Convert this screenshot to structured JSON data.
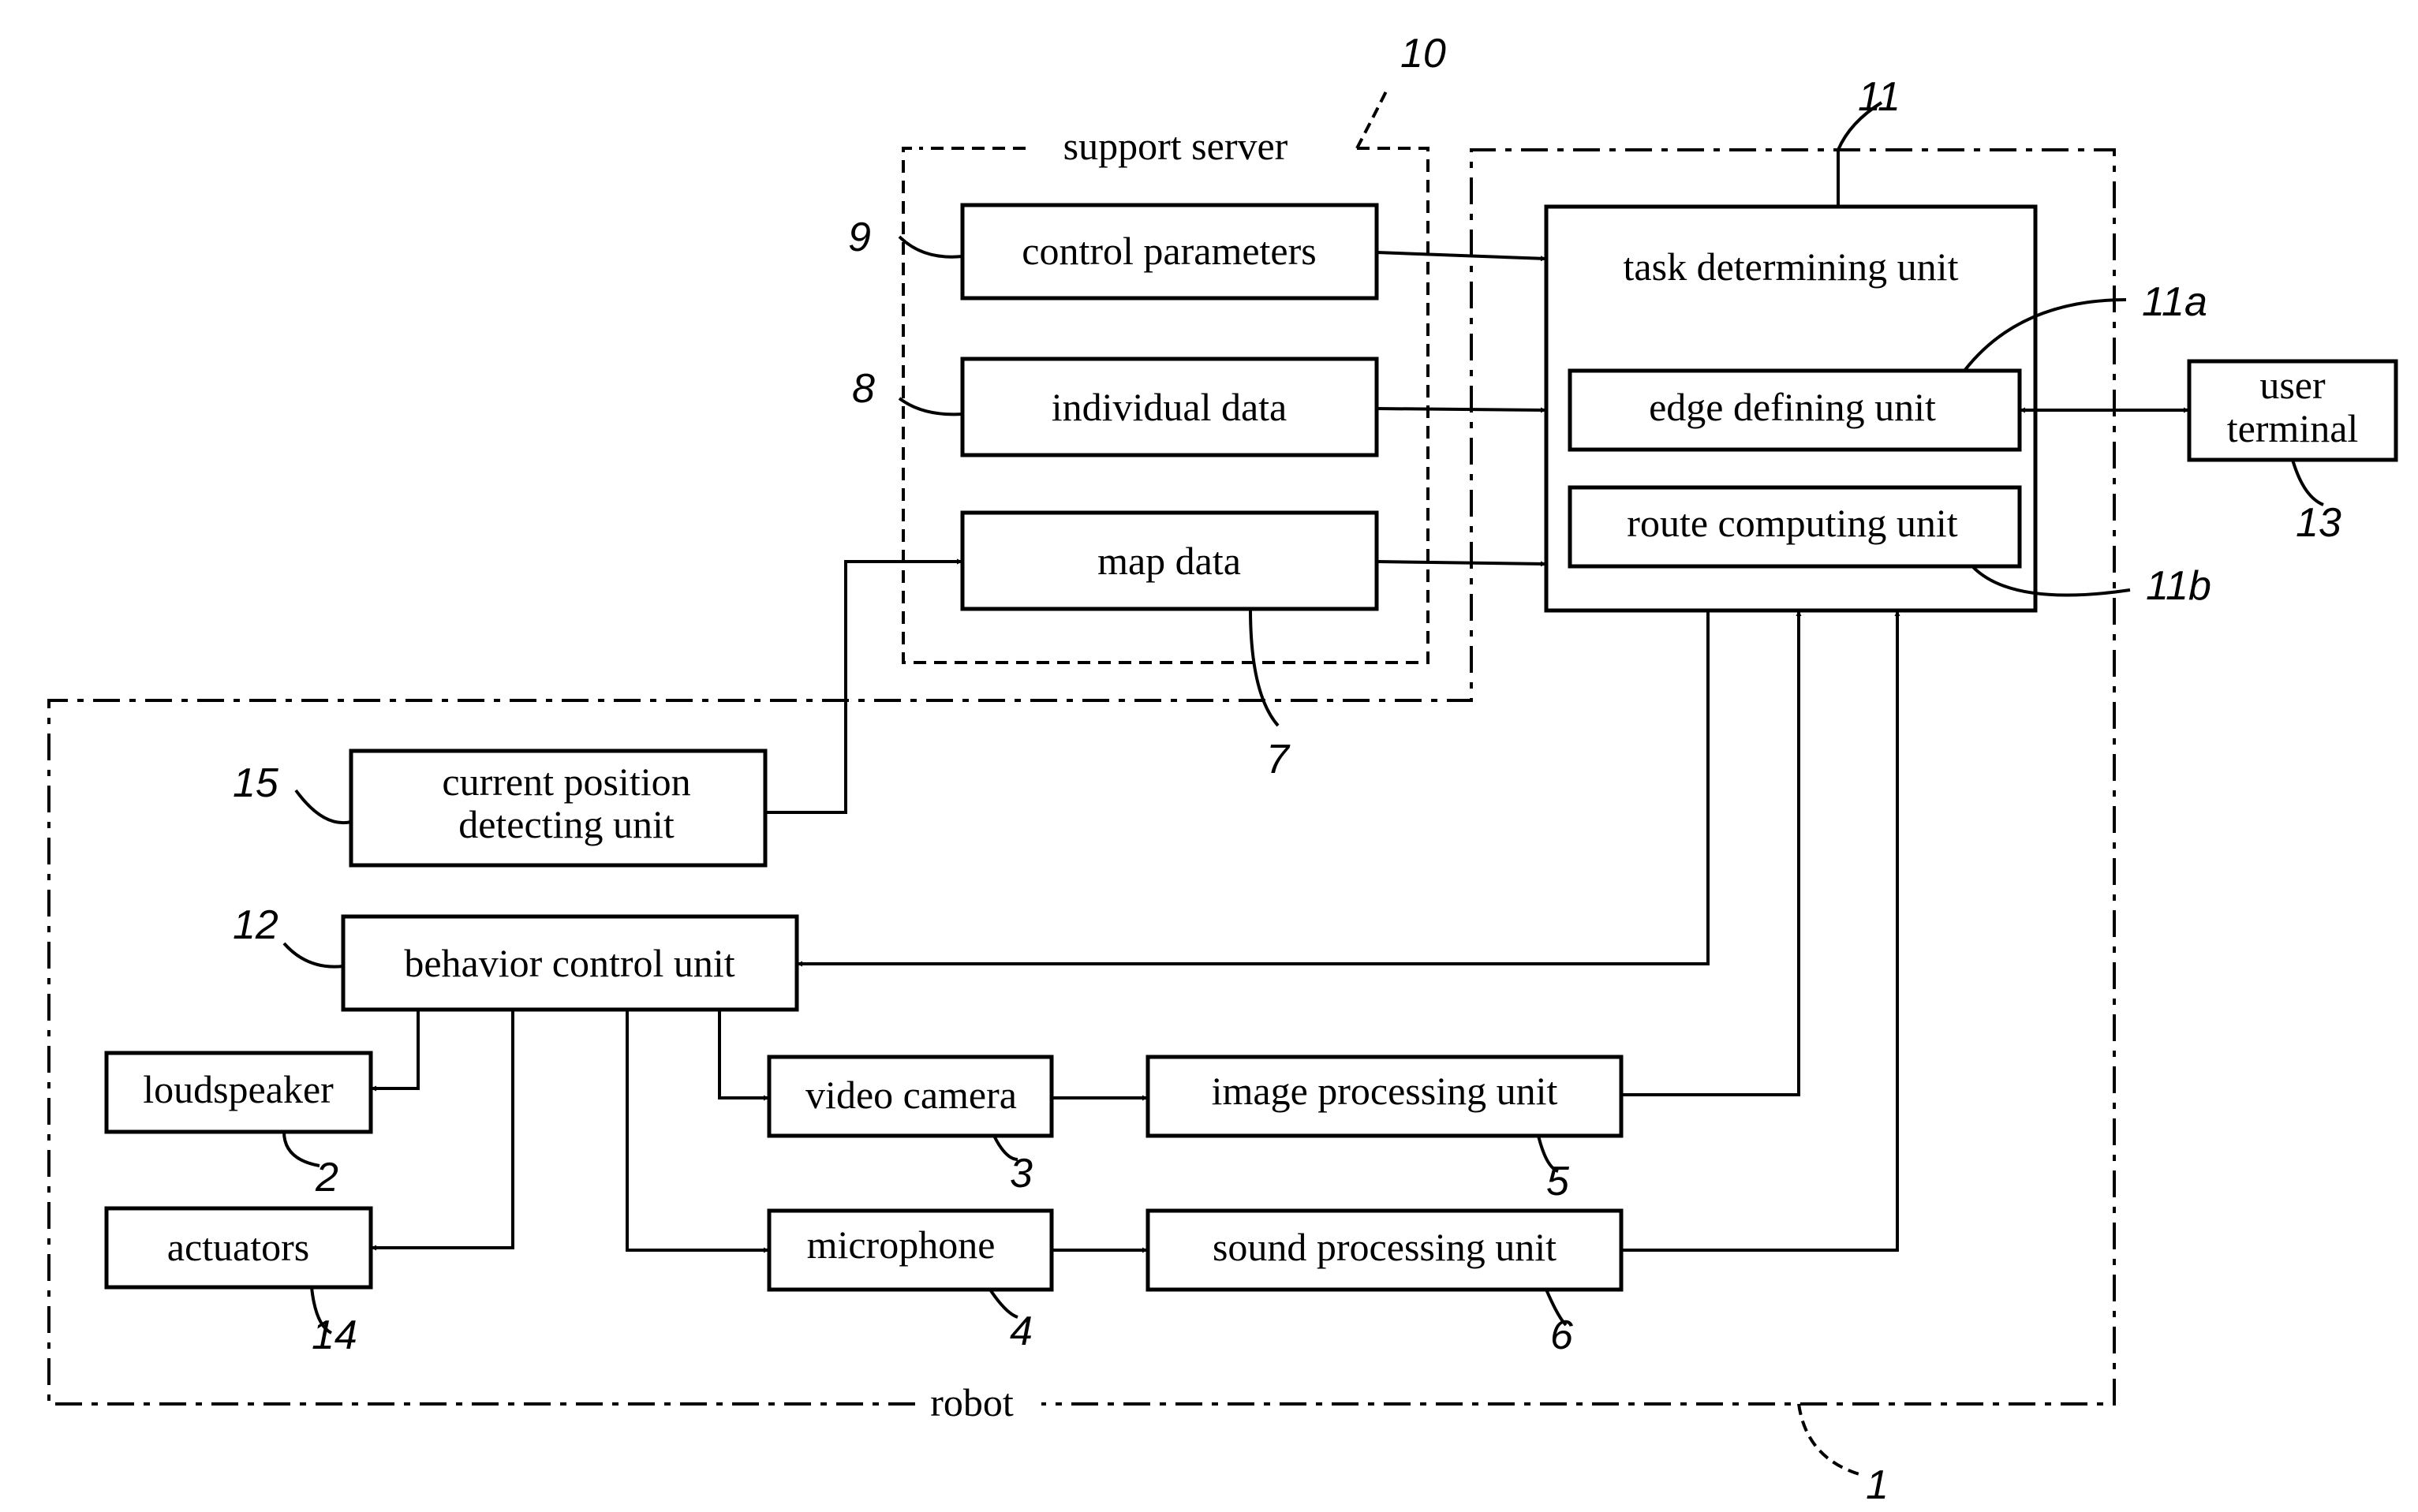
{
  "frames": {
    "support_server": "support server",
    "robot": "robot"
  },
  "blocks": {
    "control_parameters": "control parameters",
    "individual_data": "individual data",
    "map_data": "map data",
    "task_determining_unit": "task determining unit",
    "edge_defining_unit": "edge defining unit",
    "route_computing_unit": "route computing unit",
    "user_terminal_line1": "user",
    "user_terminal_line2": "terminal",
    "current_position_line1": "current position",
    "current_position_line2": "detecting unit",
    "behavior_control_unit": "behavior control unit",
    "loudspeaker": "loudspeaker",
    "actuators": "actuators",
    "video_camera": "video camera",
    "microphone": "microphone",
    "image_processing_unit": "image processing unit",
    "sound_processing_unit": "sound processing unit"
  },
  "refs": {
    "r1": "1",
    "r2": "2",
    "r3": "3",
    "r4": "4",
    "r5": "5",
    "r6": "6",
    "r7": "7",
    "r8": "8",
    "r9": "9",
    "r10": "10",
    "r11": "11",
    "r11a": "11a",
    "r11b": "11b",
    "r12": "12",
    "r13": "13",
    "r14": "14",
    "r15": "15"
  }
}
